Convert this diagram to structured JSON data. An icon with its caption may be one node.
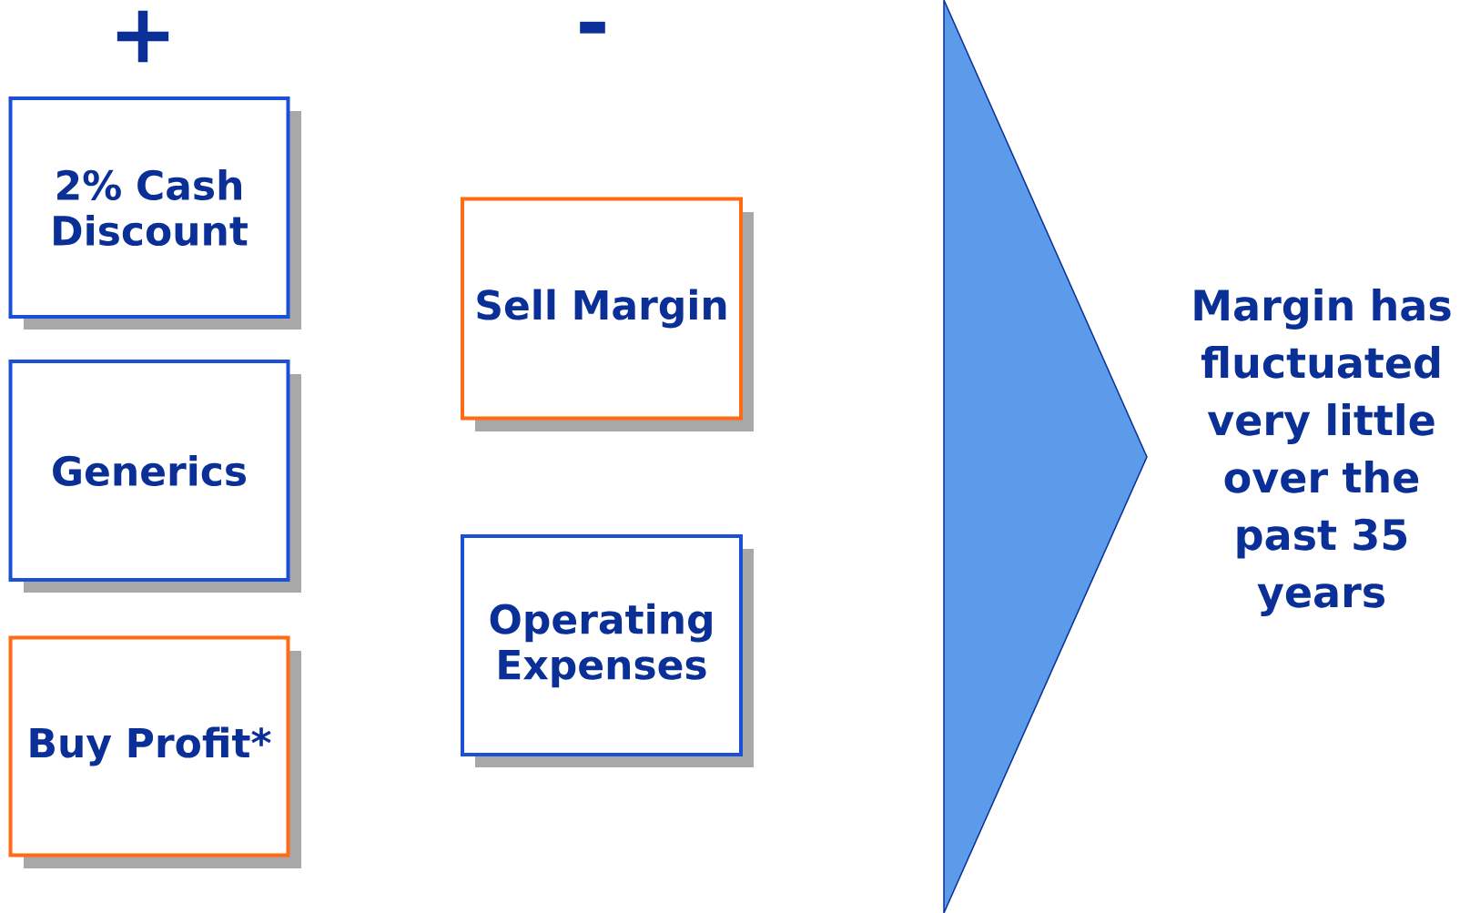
{
  "diagram": {
    "nodes": [
      {
        "text": [
          "2% Cash Discount"
        ]
      },
      {
        "text": [
          "Generics"
        ]
      },
      {
        "text": [
          "Buy Profit*"
        ]
      },
      {
        "text": [
          "Sell Margin"
        ]
      },
      {
        "text": [
          "Operating Expenses"
        ]
      }
    ],
    "labels": [
      "+",
      "-",
      "Margin has fluctuated very little over the past 35 years"
    ]
  }
}
